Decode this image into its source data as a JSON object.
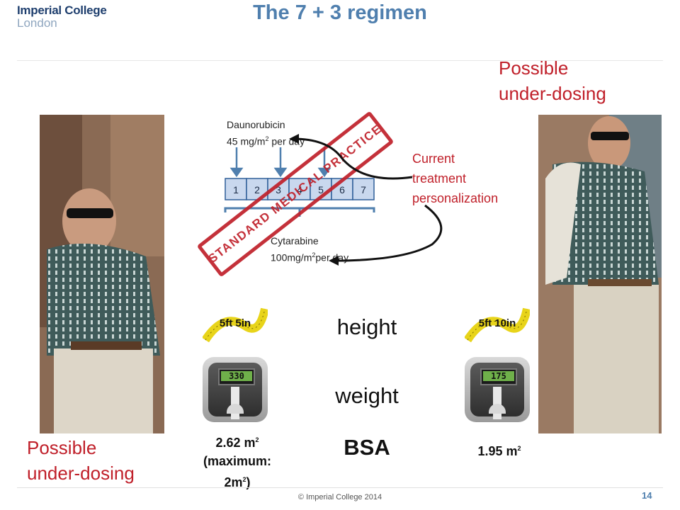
{
  "header": {
    "logo_line1": "Imperial College",
    "logo_line2": "London",
    "title": "The 7 + 3 regimen"
  },
  "labels": {
    "possible_right": [
      "Possible",
      "under-dosing"
    ],
    "possible_left": [
      "Possible",
      "under-dosing"
    ],
    "current": [
      "Current",
      "treatment",
      "personalization"
    ],
    "stamp": "STANDARD MEDICAL PRACTICE",
    "height_word": "height",
    "weight_word": "weight",
    "bsa_word": "BSA"
  },
  "regimen": {
    "daunorubicin_name": "Daunorubicin",
    "daunorubicin_dose": "45 mg/m",
    "daunorubicin_unit": "per day",
    "cytarabine_name": "Cytarabine",
    "cytarabine_dose": "100mg/m",
    "cytarabine_unit": "per day",
    "days": [
      "1",
      "2",
      "3",
      "4",
      "5",
      "6",
      "7"
    ]
  },
  "left_person": {
    "height": "5ft 5in",
    "weight": "330",
    "bsa": "2.62 m",
    "bsa_note1": "(maximum:",
    "bsa_note2": "2m",
    "bsa_note3": ")"
  },
  "right_person": {
    "height": "5ft 10in",
    "weight": "175",
    "bsa": "1.95 m"
  },
  "footer": {
    "copyright": "© Imperial College 2014",
    "page": "14"
  },
  "colors": {
    "accent_blue": "#4f7fae",
    "red": "#c0202a",
    "day_box_fill": "#c9d8ee"
  }
}
